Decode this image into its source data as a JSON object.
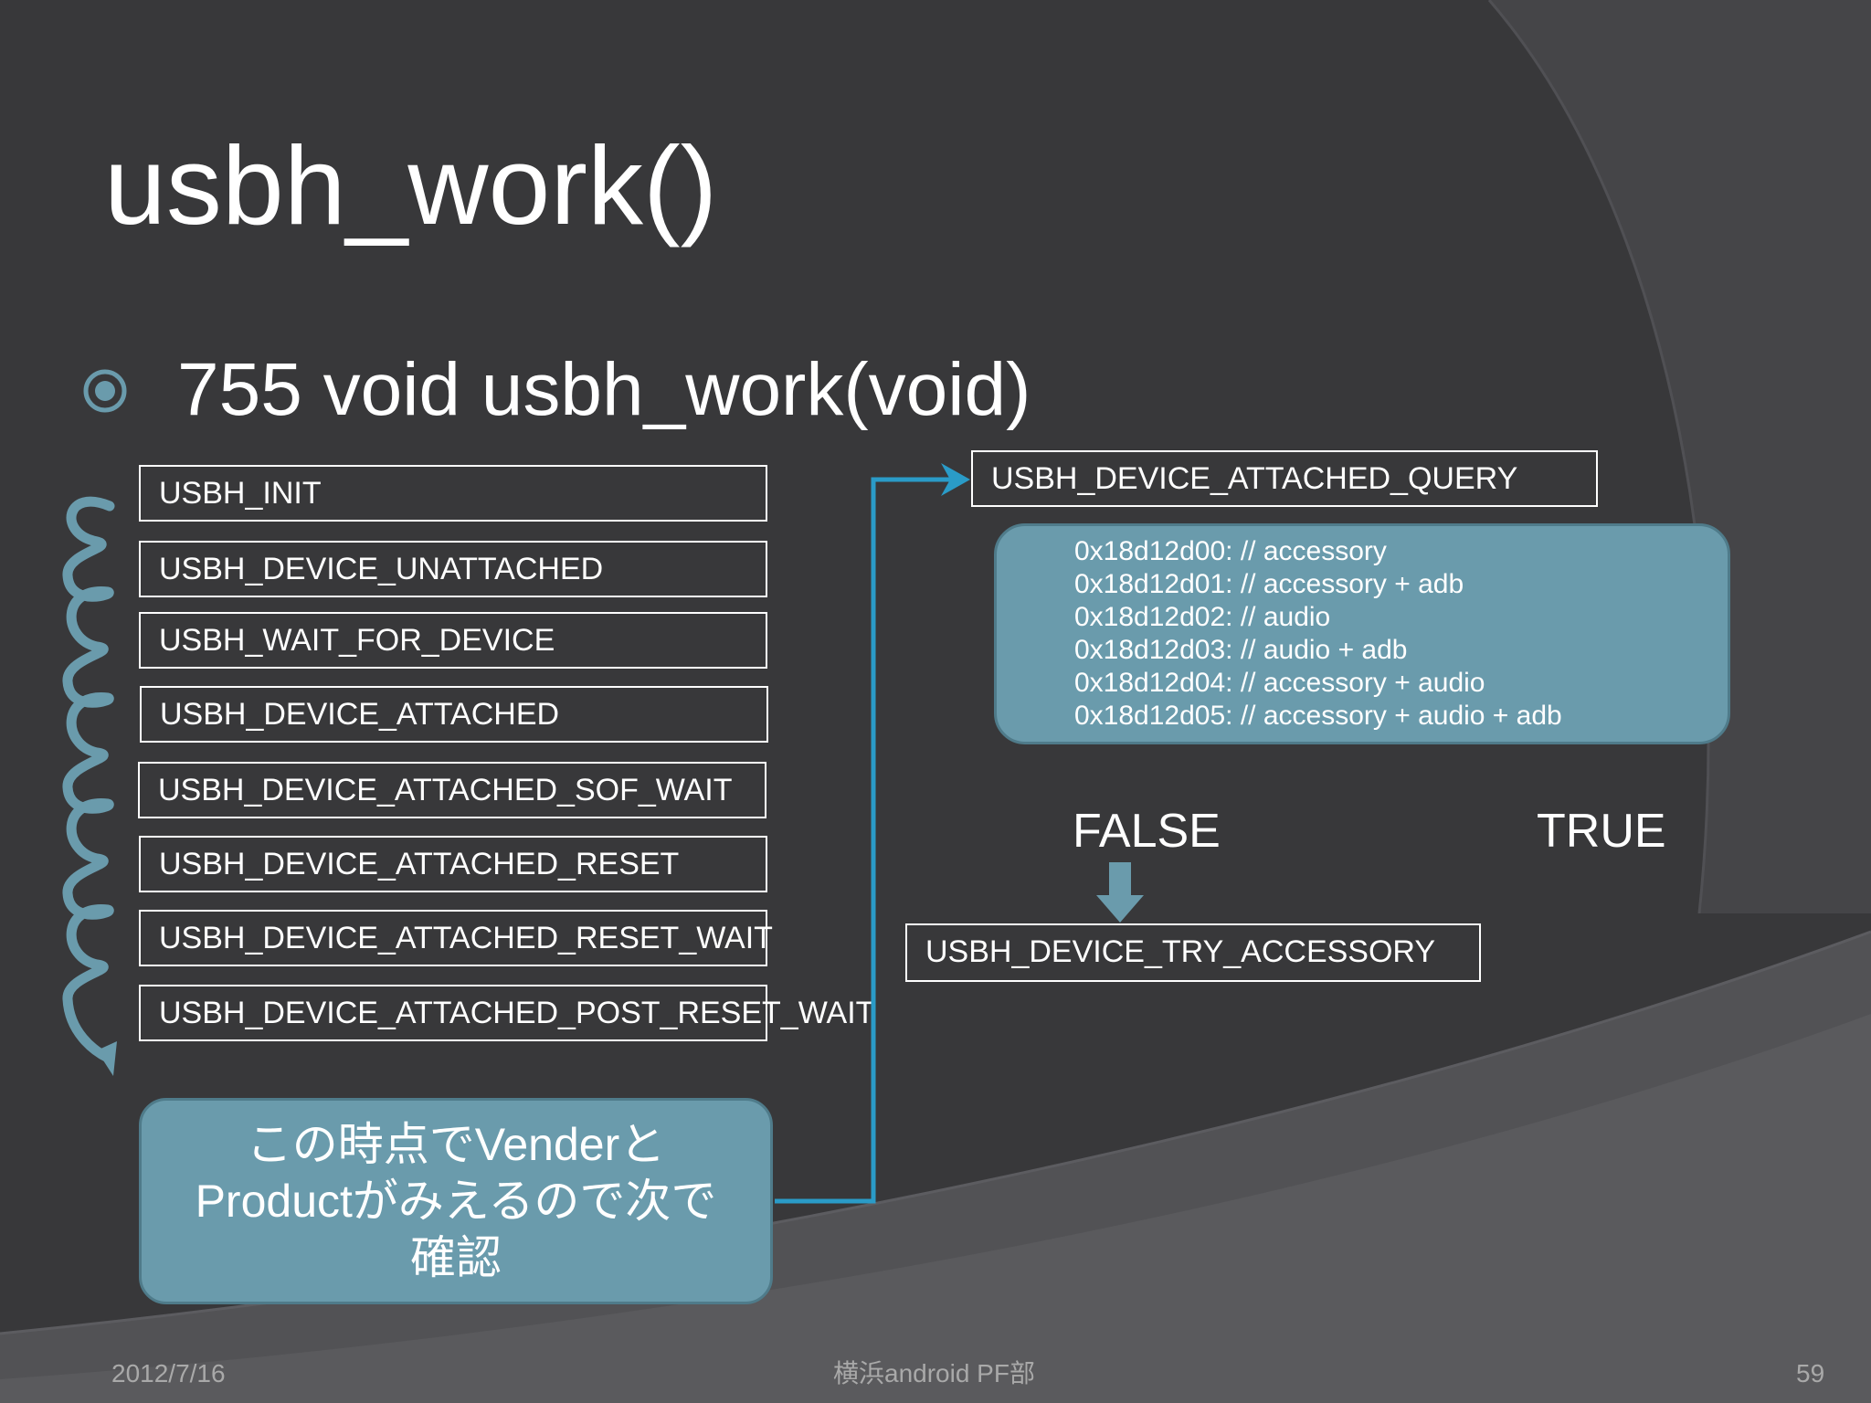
{
  "slide": {
    "title": "usbh_work()",
    "bullet": "755 void usbh_work(void)",
    "states": [
      "USBH_INIT",
      "USBH_DEVICE_UNATTACHED",
      "USBH_WAIT_FOR_DEVICE",
      "USBH_DEVICE_ATTACHED",
      "USBH_DEVICE_ATTACHED_SOF_WAIT",
      "USBH_DEVICE_ATTACHED_RESET",
      "USBH_DEVICE_ATTACHED_RESET_WAIT",
      "USBH_DEVICE_ATTACHED_POST_RESET_WAIT"
    ],
    "query_state": "USBH_DEVICE_ATTACHED_QUERY",
    "product_ids": [
      "0x18d12d00: // accessory",
      "0x18d12d01: // accessory + adb",
      "0x18d12d02: // audio",
      "0x18d12d03: // audio + adb",
      "0x18d12d04: // accessory + audio",
      "0x18d12d05: // accessory + audio + adb"
    ],
    "false_label": "FALSE",
    "true_label": "TRUE",
    "try_accessory_state": "USBH_DEVICE_TRY_ACCESSORY",
    "note_lines": [
      "この時点でVenderと",
      "Productがみえるので次で",
      "確認"
    ],
    "footer": {
      "date": "2012/7/16",
      "org": "横浜android PF部",
      "page": "59"
    }
  },
  "colors": {
    "background": "#38383a",
    "accent": "#6a9bac",
    "connector": "#2a9bc7",
    "text": "#ffffff",
    "footer_text": "#a9a9a9"
  },
  "icons": {
    "bullet": "target-circle-icon",
    "loop": "spiral-arrow-icon",
    "down_arrow": "down-arrow-icon"
  }
}
